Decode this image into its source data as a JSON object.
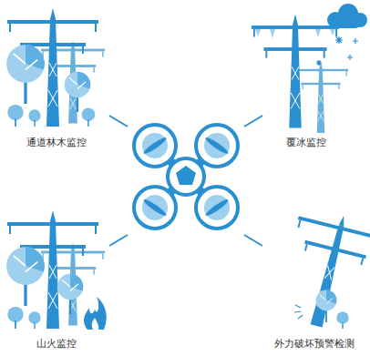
{
  "diagram": {
    "labels": [
      "通道林木监控",
      "覆冰监控",
      "山火监控",
      "外力破坏预警检测"
    ]
  }
}
